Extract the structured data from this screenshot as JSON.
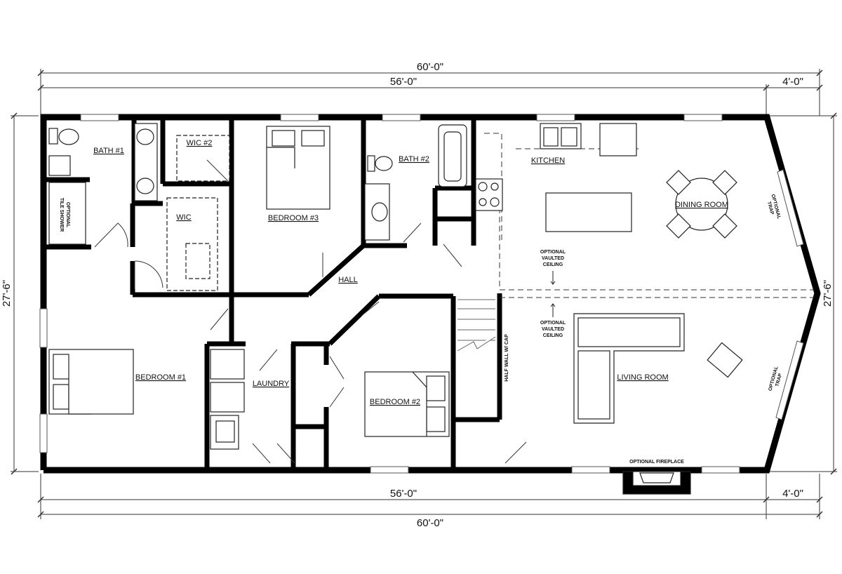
{
  "dimensions": {
    "top_overall": "60'-0\"",
    "top_main": "56'-0\"",
    "top_bay": "4'-0\"",
    "left_depth": "27'-6\"",
    "right_depth": "27'-6\"",
    "bottom_main": "56'-0\"",
    "bottom_bay": "4'-0\"",
    "bottom_overall": "60'-0\""
  },
  "rooms": {
    "bath1": "BATH #1",
    "wic2": "WIC #2",
    "wic": "WIC",
    "bedroom3": "BEDROOM #3",
    "bath2": "BATH #2",
    "kitchen": "KITCHEN",
    "dining": "DINING ROOM",
    "hall": "HALL",
    "bedroom1": "BEDROOM #1",
    "laundry": "LAUNDRY",
    "bedroom2": "BEDROOM #2",
    "living": "LIVING ROOM"
  },
  "notes": {
    "tile_shower_1": "OPTIONAL",
    "tile_shower_2": "TILE SHOWER",
    "vaulted_top_1": "OPTIONAL",
    "vaulted_top_2": "VAULTED",
    "vaulted_top_3": "CEILING",
    "vaulted_bot_1": "OPTIONAL",
    "vaulted_bot_2": "VAULTED",
    "vaulted_bot_3": "CEILING",
    "half_wall": "HALF WALL W/ CAP",
    "trap_top_1": "OPTIONAL",
    "trap_top_2": "TRAP",
    "trap_bot_1": "OPTIONAL",
    "trap_bot_2": "TRAP",
    "fireplace": "OPTIONAL FIREPLACE"
  }
}
